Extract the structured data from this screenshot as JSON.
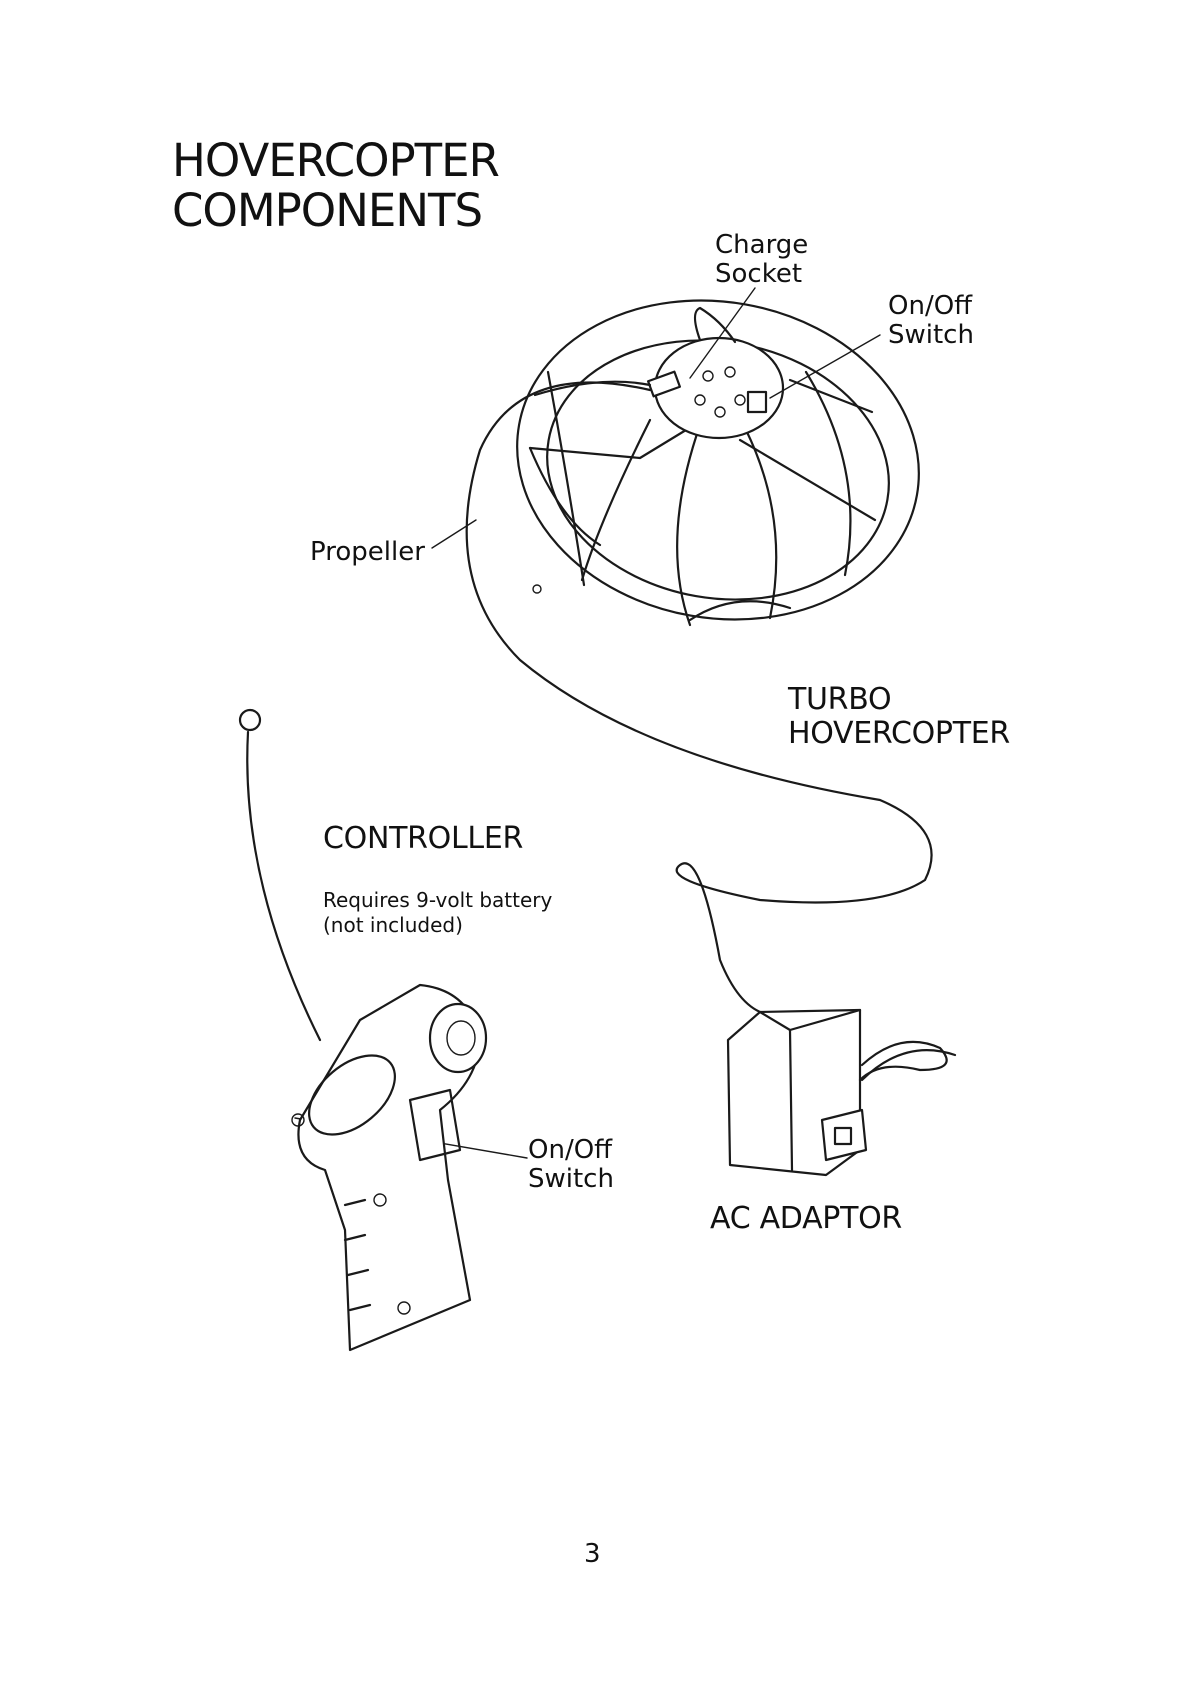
{
  "page": {
    "title_line1": "HOVERCOPTER",
    "title_line2": "COMPONENTS",
    "page_number": "3"
  },
  "hovercopter": {
    "charge_socket_line1": "Charge",
    "charge_socket_line2": "Socket",
    "switch_line1": "On/Off",
    "switch_line2": "Switch",
    "propeller": "Propeller",
    "name_line1": "TURBO",
    "name_line2": "HOVERCOPTER"
  },
  "controller": {
    "name": "CONTROLLER",
    "note_line1": "Requires 9-volt battery",
    "note_line2": "(not included)",
    "switch_line1": "On/Off",
    "switch_line2": "Switch"
  },
  "adaptor": {
    "name": "AC ADAPTOR"
  }
}
